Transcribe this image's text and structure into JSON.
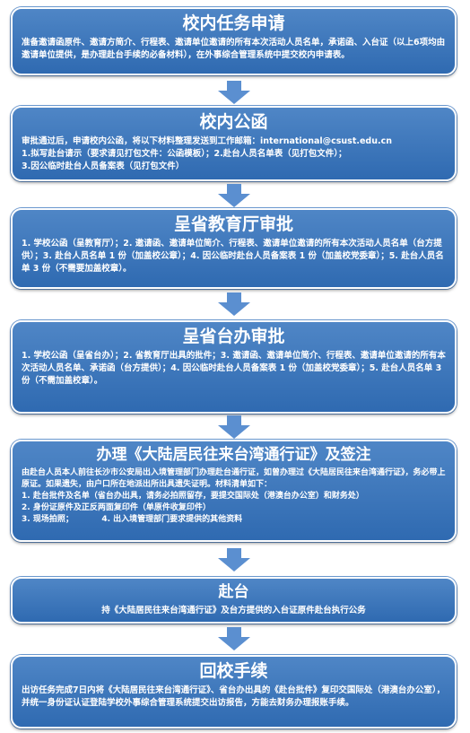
{
  "steps": [
    {
      "title": "校内任务申请",
      "lines": [
        "准备邀请函原件、邀请方简介、行程表、邀请单位邀请的所有本次活动人员名单，承诺函、入台证（以上6项均由邀请单位提供，是办理赴台手续的必备材料），在外事综合管理系统中提交校内申请表。"
      ]
    },
    {
      "title": "校内公函",
      "lines": [
        "审批通过后，申请校内公函，将以下材料整理发送到工作邮箱：international@csust.edu.cn",
        "1.拟写赴台请示（要求请见打包文件：公函模板）；2.赴台人员名单表（见打包文件）；",
        "3.因公临时赴台人员备案表（见打包文件）"
      ]
    },
    {
      "title": "呈省教育厅审批",
      "lines": [
        "1. 学校公函（呈教育厅）；2. 邀请函、邀请单位简介、行程表、邀请单位邀请的所有本次活动人员名单（台方提供）；3. 赴台人员名单 1 份（加盖校公章）；4. 因公临时赴台人员备案表 1 份（加盖校党委章）；5. 赴台人员名单 3 份（不需要加盖校章）。"
      ]
    },
    {
      "title": "呈省台办审批",
      "lines": [
        "1. 学校公函（呈省台办）；2. 省教育厅出具的批件；3. 邀请函、邀请单位简介、行程表、邀请单位邀请的所有本次活动人员名单、承诺函（台方提供）；4. 因公临时赴台人员备案表 1 份（加盖校党委章）；5. 赴台人员名单 3 份（不需加盖校章）。"
      ]
    },
    {
      "title": "办理《大陆居民往来台湾通行证》及签注",
      "lines": [
        "由赴台人员本人前往长沙市公安局出入境管理部门办理赴台通行证，如曾办理过《大陆居民往来台湾通行证》，务必带上原证。如果遗失，由户口所在地派出所出具遗失证明。材料清单如下：",
        "1. 赴台批件及名单（省台办出具，请务必拍照留存，要提交国际处（港澳台办公室）和财务处）",
        "2. 身份证原件及正反两面复印件（单原件收复印件）",
        "3. 现场拍照；　　　　4. 出入境管理部门要求提供的其他资料"
      ]
    },
    {
      "title": "赴台",
      "lines": [
        "持《大陆居民往来台湾通行证》及台方提供的入台证原件赴台执行公务"
      ]
    },
    {
      "title": "回校手续",
      "lines": [
        "出访任务完成7日内将《大陆居民往来台湾通行证》、省台办出具的《赴台批件》复印交国际处（港澳台办公室），并统一身份证认证登陆学校外事综合管理系统提交出访报告，方能去财务办理报账手续。"
      ]
    }
  ],
  "colors": {
    "box_top": "#4f86c6",
    "box_bottom": "#2f6ab1",
    "arrow": "#5b8fd0",
    "text": "#ffffff"
  }
}
